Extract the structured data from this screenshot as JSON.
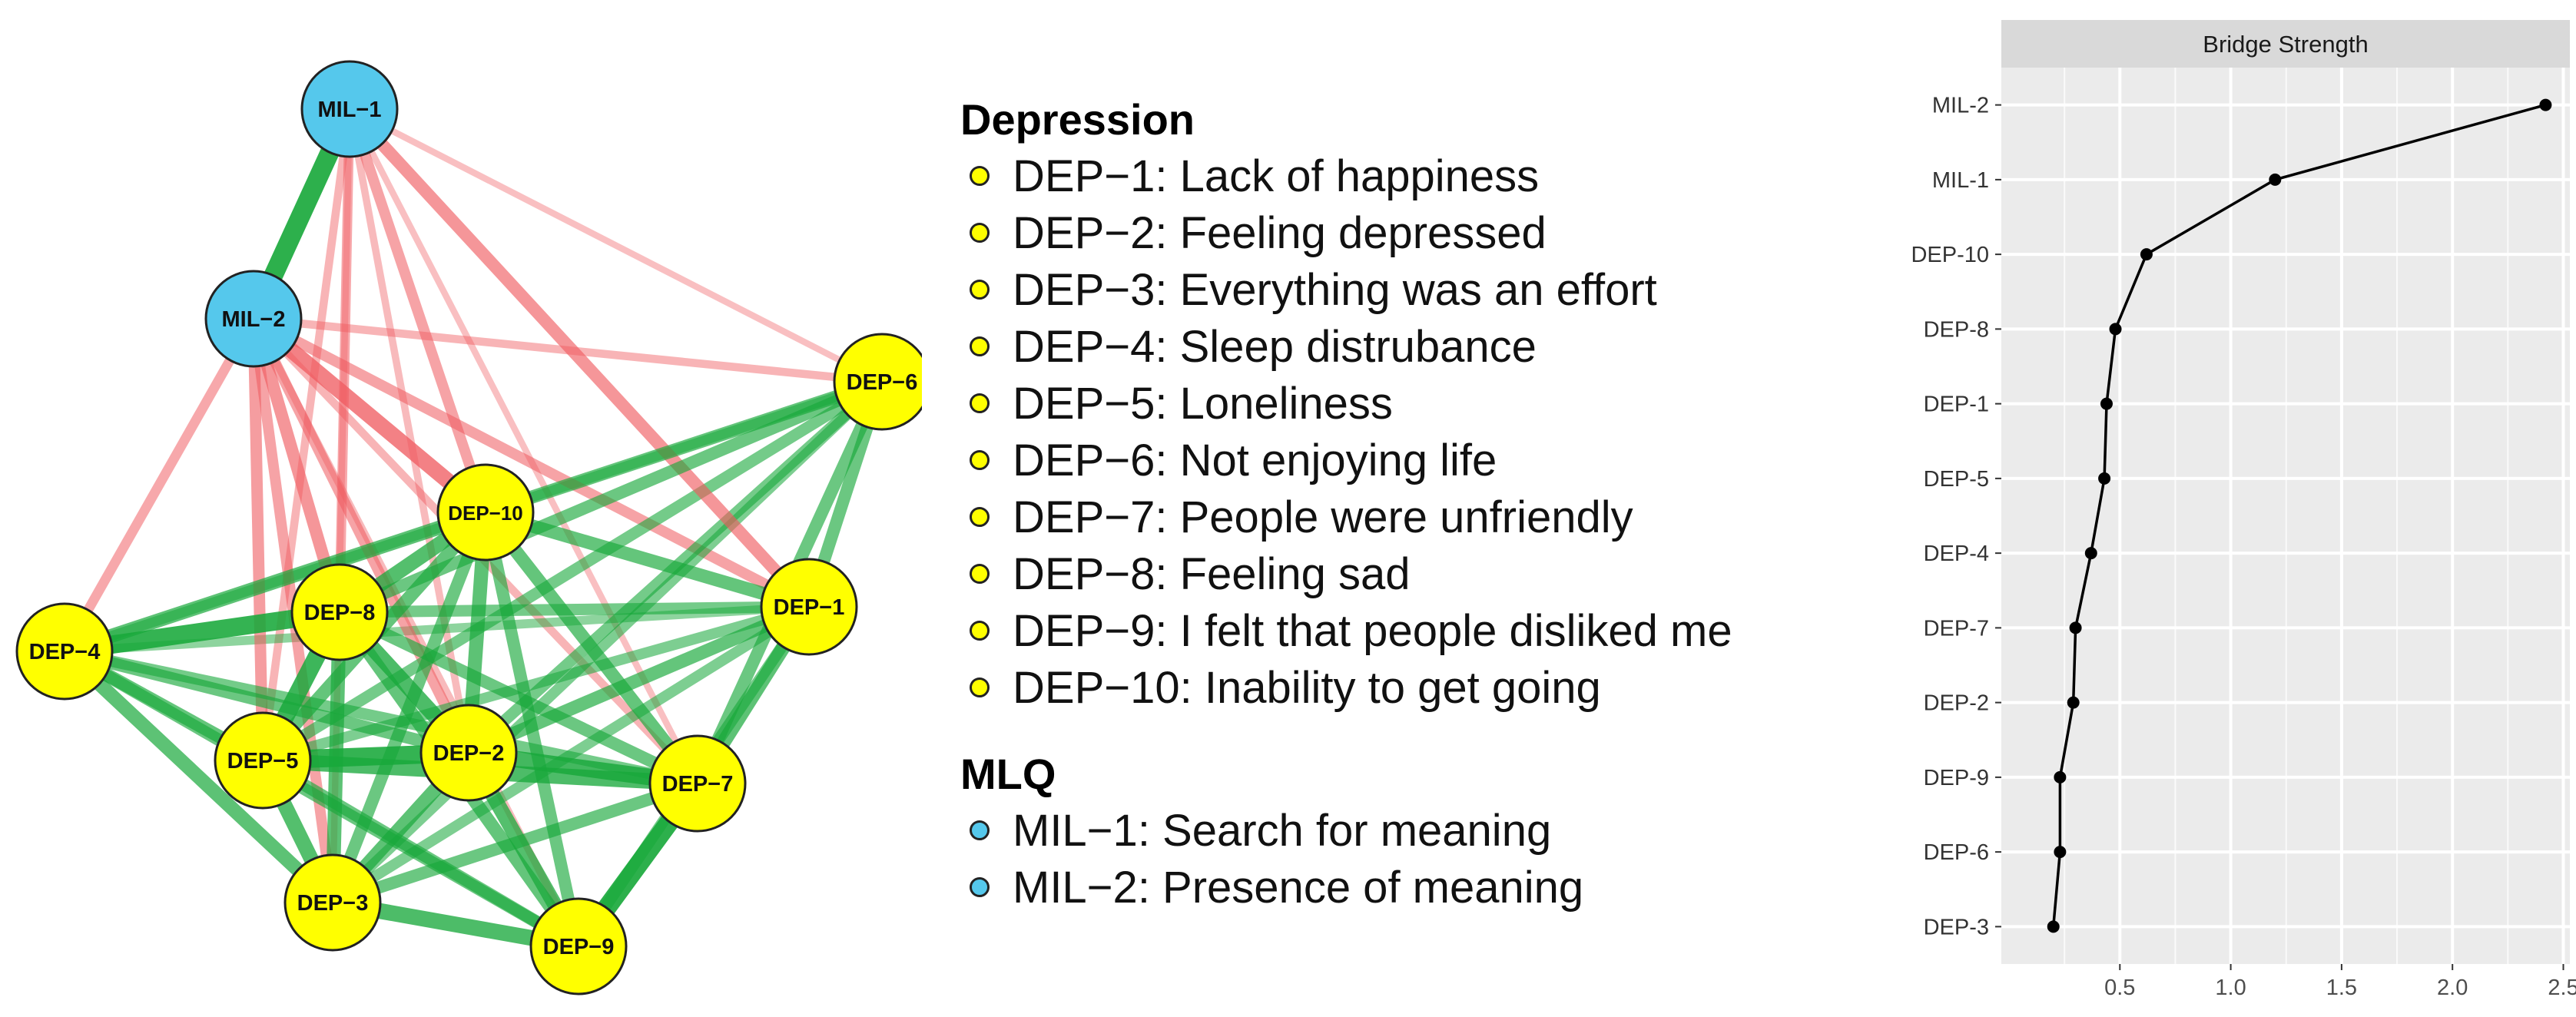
{
  "network": {
    "nodes": [
      {
        "id": "MIL-1",
        "group": "MLQ"
      },
      {
        "id": "MIL-2",
        "group": "MLQ"
      },
      {
        "id": "DEP-6",
        "group": "Depression"
      },
      {
        "id": "DEP-10",
        "group": "Depression"
      },
      {
        "id": "DEP-1",
        "group": "Depression"
      },
      {
        "id": "DEP-8",
        "group": "Depression"
      },
      {
        "id": "DEP-4",
        "group": "Depression"
      },
      {
        "id": "DEP-5",
        "group": "Depression"
      },
      {
        "id": "DEP-2",
        "group": "Depression"
      },
      {
        "id": "DEP-7",
        "group": "Depression"
      },
      {
        "id": "DEP-3",
        "group": "Depression"
      },
      {
        "id": "DEP-9",
        "group": "Depression"
      }
    ],
    "edges": [
      {
        "a": "MIL-1",
        "b": "MIL-2",
        "sign": "positive",
        "weight": 0.95
      },
      {
        "a": "MIL-2",
        "b": "DEP-10",
        "sign": "negative",
        "weight": 0.75
      },
      {
        "a": "MIL-2",
        "b": "DEP-8",
        "sign": "negative",
        "weight": 0.55
      },
      {
        "a": "MIL-2",
        "b": "DEP-5",
        "sign": "negative",
        "weight": 0.5
      },
      {
        "a": "MIL-2",
        "b": "DEP-2",
        "sign": "negative",
        "weight": 0.45
      },
      {
        "a": "MIL-2",
        "b": "DEP-3",
        "sign": "negative",
        "weight": 0.45
      },
      {
        "a": "MIL-2",
        "b": "DEP-4",
        "sign": "negative",
        "weight": 0.4
      },
      {
        "a": "MIL-2",
        "b": "DEP-1",
        "sign": "negative",
        "weight": 0.45
      },
      {
        "a": "MIL-2",
        "b": "DEP-6",
        "sign": "negative",
        "weight": 0.3
      },
      {
        "a": "MIL-2",
        "b": "DEP-7",
        "sign": "negative",
        "weight": 0.3
      },
      {
        "a": "MIL-2",
        "b": "DEP-9",
        "sign": "negative",
        "weight": 0.25
      },
      {
        "a": "MIL-1",
        "b": "DEP-1",
        "sign": "negative",
        "weight": 0.55
      },
      {
        "a": "MIL-1",
        "b": "DEP-10",
        "sign": "negative",
        "weight": 0.45
      },
      {
        "a": "MIL-1",
        "b": "DEP-8",
        "sign": "negative",
        "weight": 0.4
      },
      {
        "a": "MIL-1",
        "b": "DEP-5",
        "sign": "negative",
        "weight": 0.3
      },
      {
        "a": "MIL-1",
        "b": "DEP-6",
        "sign": "negative",
        "weight": 0.2
      },
      {
        "a": "MIL-1",
        "b": "DEP-2",
        "sign": "negative",
        "weight": 0.25
      },
      {
        "a": "MIL-1",
        "b": "DEP-7",
        "sign": "negative",
        "weight": 0.2
      },
      {
        "a": "MIL-1",
        "b": "DEP-3",
        "sign": "negative",
        "weight": 0.2
      },
      {
        "a": "DEP-8",
        "b": "DEP-4",
        "sign": "positive",
        "weight": 0.9
      },
      {
        "a": "DEP-8",
        "b": "DEP-5",
        "sign": "positive",
        "weight": 0.85
      },
      {
        "a": "DEP-8",
        "b": "DEP-2",
        "sign": "positive",
        "weight": 0.75
      },
      {
        "a": "DEP-8",
        "b": "DEP-10",
        "sign": "positive",
        "weight": 0.7
      },
      {
        "a": "DEP-8",
        "b": "DEP-3",
        "sign": "positive",
        "weight": 0.65
      },
      {
        "a": "DEP-8",
        "b": "DEP-9",
        "sign": "positive",
        "weight": 0.6
      },
      {
        "a": "DEP-8",
        "b": "DEP-7",
        "sign": "positive",
        "weight": 0.55
      },
      {
        "a": "DEP-8",
        "b": "DEP-1",
        "sign": "positive",
        "weight": 0.5
      },
      {
        "a": "DEP-8",
        "b": "DEP-6",
        "sign": "positive",
        "weight": 0.55
      },
      {
        "a": "DEP-5",
        "b": "DEP-2",
        "sign": "positive",
        "weight": 0.9
      },
      {
        "a": "DEP-5",
        "b": "DEP-3",
        "sign": "positive",
        "weight": 0.7
      },
      {
        "a": "DEP-5",
        "b": "DEP-4",
        "sign": "positive",
        "weight": 0.6
      },
      {
        "a": "DEP-5",
        "b": "DEP-7",
        "sign": "positive",
        "weight": 0.75
      },
      {
        "a": "DEP-5",
        "b": "DEP-10",
        "sign": "positive",
        "weight": 0.6
      },
      {
        "a": "DEP-5",
        "b": "DEP-9",
        "sign": "positive",
        "weight": 0.55
      },
      {
        "a": "DEP-5",
        "b": "DEP-1",
        "sign": "positive",
        "weight": 0.45
      },
      {
        "a": "DEP-5",
        "b": "DEP-6",
        "sign": "positive",
        "weight": 0.5
      },
      {
        "a": "DEP-2",
        "b": "DEP-7",
        "sign": "positive",
        "weight": 0.8
      },
      {
        "a": "DEP-2",
        "b": "DEP-9",
        "sign": "positive",
        "weight": 0.7
      },
      {
        "a": "DEP-2",
        "b": "DEP-3",
        "sign": "positive",
        "weight": 0.65
      },
      {
        "a": "DEP-2",
        "b": "DEP-10",
        "sign": "positive",
        "weight": 0.65
      },
      {
        "a": "DEP-2",
        "b": "DEP-1",
        "sign": "positive",
        "weight": 0.6
      },
      {
        "a": "DEP-2",
        "b": "DEP-4",
        "sign": "positive",
        "weight": 0.55
      },
      {
        "a": "DEP-2",
        "b": "DEP-6",
        "sign": "positive",
        "weight": 0.5
      },
      {
        "a": "DEP-3",
        "b": "DEP-9",
        "sign": "positive",
        "weight": 0.75
      },
      {
        "a": "DEP-3",
        "b": "DEP-4",
        "sign": "positive",
        "weight": 0.65
      },
      {
        "a": "DEP-3",
        "b": "DEP-7",
        "sign": "positive",
        "weight": 0.55
      },
      {
        "a": "DEP-3",
        "b": "DEP-10",
        "sign": "positive",
        "weight": 0.55
      },
      {
        "a": "DEP-3",
        "b": "DEP-1",
        "sign": "positive",
        "weight": 0.45
      },
      {
        "a": "DEP-3",
        "b": "DEP-6",
        "sign": "positive",
        "weight": 0.45
      },
      {
        "a": "DEP-9",
        "b": "DEP-7",
        "sign": "positive",
        "weight": 0.95
      },
      {
        "a": "DEP-9",
        "b": "DEP-4",
        "sign": "positive",
        "weight": 0.55
      },
      {
        "a": "DEP-9",
        "b": "DEP-10",
        "sign": "positive",
        "weight": 0.55
      },
      {
        "a": "DEP-9",
        "b": "DEP-1",
        "sign": "positive",
        "weight": 0.5
      },
      {
        "a": "DEP-7",
        "b": "DEP-1",
        "sign": "positive",
        "weight": 0.65
      },
      {
        "a": "DEP-7",
        "b": "DEP-10",
        "sign": "positive",
        "weight": 0.6
      },
      {
        "a": "DEP-7",
        "b": "DEP-6",
        "sign": "positive",
        "weight": 0.55
      },
      {
        "a": "DEP-7",
        "b": "DEP-4",
        "sign": "positive",
        "weight": 0.5
      },
      {
        "a": "DEP-10",
        "b": "DEP-6",
        "sign": "positive",
        "weight": 0.6
      },
      {
        "a": "DEP-10",
        "b": "DEP-4",
        "sign": "positive",
        "weight": 0.65
      },
      {
        "a": "DEP-10",
        "b": "DEP-1",
        "sign": "positive",
        "weight": 0.6
      },
      {
        "a": "DEP-1",
        "b": "DEP-6",
        "sign": "positive",
        "weight": 0.55
      },
      {
        "a": "DEP-1",
        "b": "DEP-4",
        "sign": "positive",
        "weight": 0.35
      },
      {
        "a": "DEP-4",
        "b": "DEP-6",
        "sign": "positive",
        "weight": 0.4
      }
    ]
  },
  "legend": {
    "depression_title": "Depression",
    "depression_items": [
      "DEP−1: Lack of happiness",
      "DEP−2: Feeling depressed",
      "DEP−3: Everything was an effort",
      "DEP−4: Sleep distrubance",
      "DEP−5: Loneliness",
      "DEP−6: Not enjoying life",
      "DEP−7: People were unfriendly",
      "DEP−8: Feeling sad",
      "DEP−9: I felt that people disliked me",
      "DEP−10: Inability to get going"
    ],
    "mlq_title": "MLQ",
    "mlq_items": [
      "MIL−1: Search for meaning",
      "MIL−2: Presence of meaning"
    ]
  },
  "chart_data": {
    "type": "line",
    "title": "Bridge Strength",
    "categories": [
      "MIL-2",
      "MIL-1",
      "DEP-10",
      "DEP-8",
      "DEP-1",
      "DEP-5",
      "DEP-4",
      "DEP-7",
      "DEP-2",
      "DEP-9",
      "DEP-6",
      "DEP-3"
    ],
    "values": [
      2.42,
      1.2,
      0.62,
      0.48,
      0.44,
      0.43,
      0.37,
      0.3,
      0.29,
      0.23,
      0.23,
      0.2
    ],
    "xticks": [
      0.5,
      1.0,
      1.5,
      2.0,
      2.5
    ],
    "xtick_labels": [
      "0.5",
      "1.0",
      "1.5",
      "2.0",
      "2.5"
    ],
    "xlim": [
      0.0,
      2.5
    ],
    "grid": true
  },
  "colors": {
    "depression_node": "#ffff00",
    "mlq_node": "#55c8ec",
    "positive_edge": "#18a83a",
    "negative_edge": "#ef5b60",
    "strip_bg": "#d9d9d9",
    "panel_bg": "#ebebeb"
  }
}
